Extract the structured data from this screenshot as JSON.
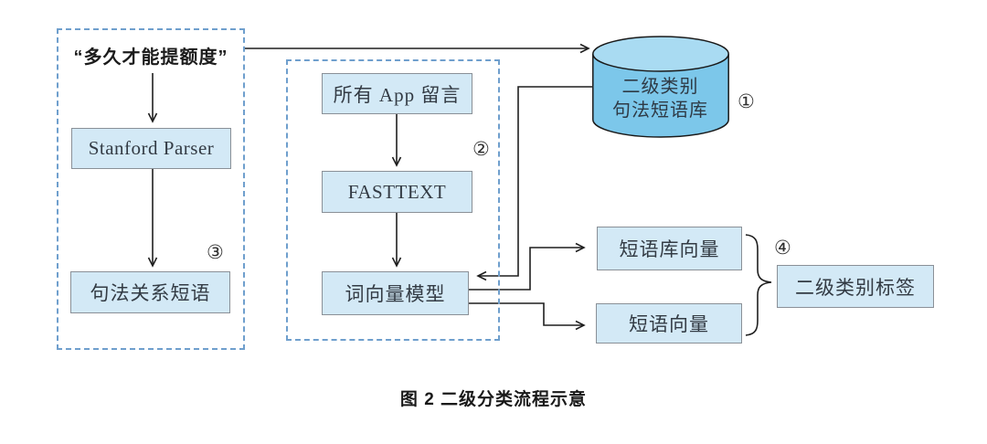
{
  "diagram": {
    "caption": "图 2  二级分类流程示意",
    "badges": {
      "b1": "①",
      "b2": "②",
      "b3": "③",
      "b4": "④"
    },
    "left_panel": {
      "query": "“多久才能提额度”",
      "parser": "Stanford Parser",
      "output": "句法关系短语"
    },
    "middle_panel": {
      "input": "所有 App 留言",
      "model": "FASTTEXT",
      "output": "词向量模型"
    },
    "database": {
      "line1": "二级类别",
      "line2": "句法短语库"
    },
    "right_panel": {
      "lib_vector": "短语库向量",
      "phrase_vector": "短语向量",
      "label": "二级类别标签"
    },
    "colors": {
      "box_fill": "#d3e9f6",
      "box_border": "#8a9097",
      "cylinder_body": "#7cc7ea",
      "cylinder_top": "#a9dbf2",
      "dashed_border": "#6f9fcd",
      "line": "#1f1f1f"
    }
  }
}
